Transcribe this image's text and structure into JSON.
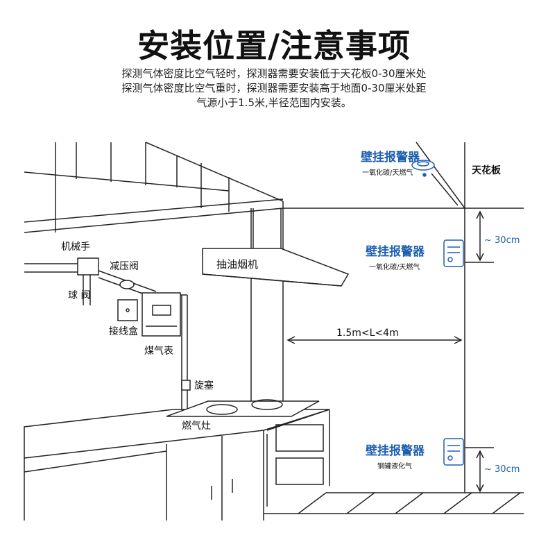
{
  "header": {
    "title": "安装位置/注意事项",
    "lines": [
      "探测气体密度比空气轻时，探测器需要安装低于天花板0-30厘米处",
      "探测气体密度比空气重时，探测器需要安装高于地面0-30厘米处距",
      "气源小于1.5米,半径范围内安装。"
    ]
  },
  "diagram": {
    "ceiling_label": "天花板",
    "distance_top": "~ 30cm",
    "distance_bottom": "~ 30cm",
    "distance_horizontal": "1.5m<L<4m",
    "hood_label": "抽油烟机",
    "alarm_ceiling": {
      "title": "壁挂报警器",
      "gas": "一氧化碳/天燃气"
    },
    "alarm_wall_top": {
      "title": "壁挂报警器",
      "gas": "一氧化碳/天燃气"
    },
    "alarm_wall_bottom": {
      "title": "壁挂报警器",
      "gas": "钢罐液化气"
    },
    "parts": {
      "manipulator": "机械手",
      "pressure_valve": "减压阀",
      "ball_valve": "球 阀",
      "junction_box": "接线盒",
      "gas_meter": "煤气表",
      "plug": "旋塞",
      "stove": "燃气灶"
    },
    "colors": {
      "accent": "#1f5fb0",
      "line": "#222222"
    }
  }
}
